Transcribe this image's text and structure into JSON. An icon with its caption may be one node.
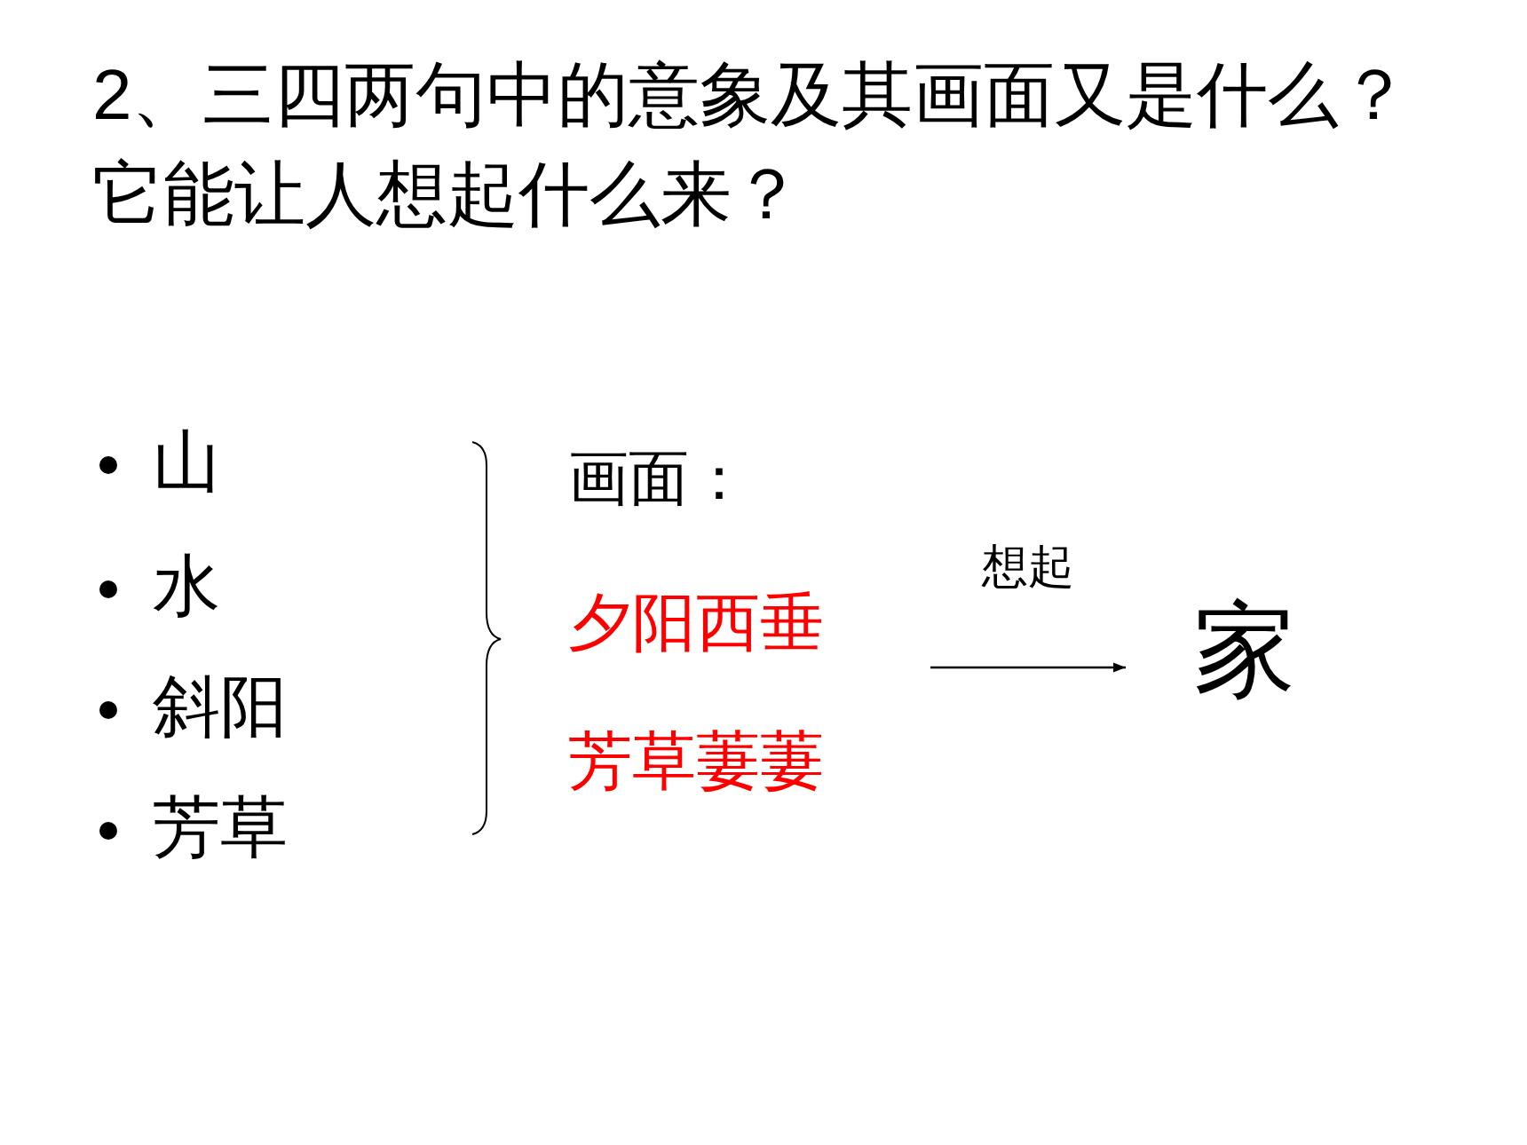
{
  "diagram": {
    "title": "2、三四两句中的意象及其画面又是什么？它能让人想起什么来？",
    "nodes": [
      {
        "text": [
          "画面：",
          "夕阳西垂",
          "芳草萋萋"
        ]
      },
      {
        "text": [
          "家"
        ]
      }
    ],
    "edges": [
      {
        "from": 0,
        "to": 1,
        "arrow": "to",
        "label": "想起"
      }
    ],
    "labels": [
      "山",
      "水",
      "斜阳",
      "芳草"
    ]
  }
}
